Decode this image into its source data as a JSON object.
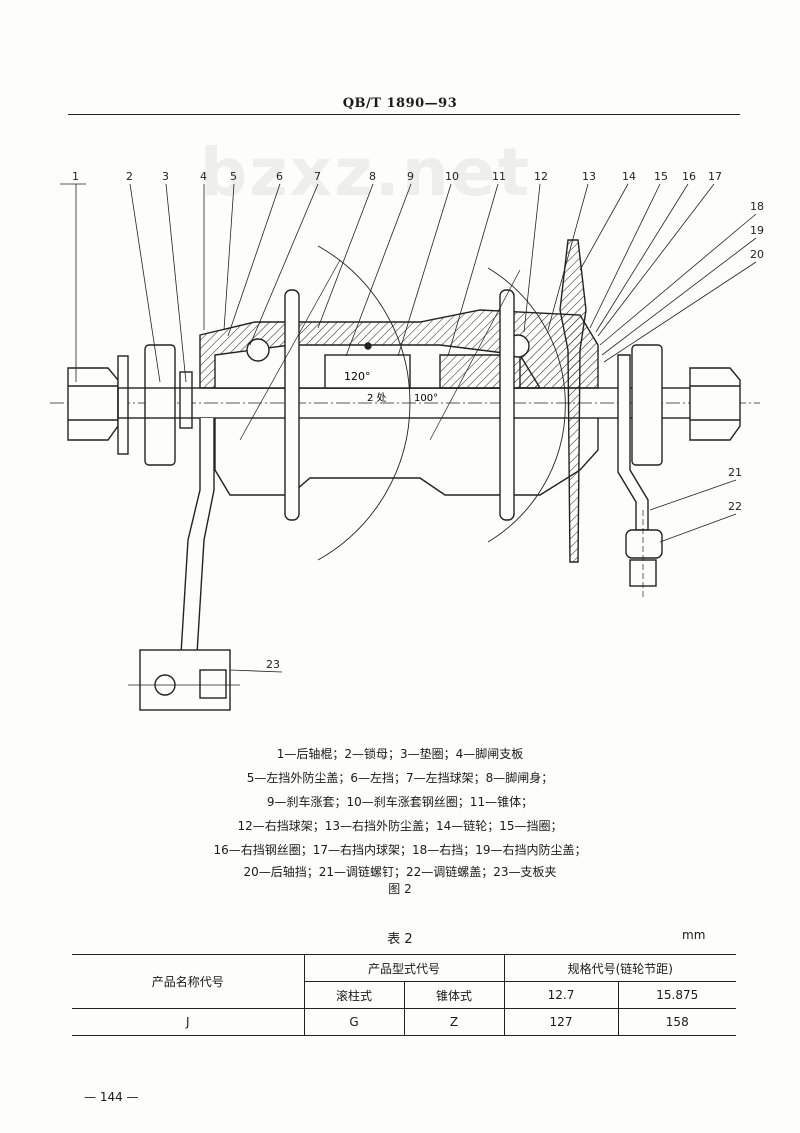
{
  "header": {
    "standard_code": "QB/T 1890—93"
  },
  "watermark": "bzxz.net",
  "figure": {
    "callouts": [
      "1",
      "2",
      "3",
      "4",
      "5",
      "6",
      "7",
      "8",
      "9",
      "10",
      "11",
      "12",
      "13",
      "14",
      "15",
      "16",
      "17",
      "18",
      "19",
      "20",
      "21",
      "22",
      "23"
    ],
    "angle_left": "120°",
    "angle_right": "100°",
    "note_two_places": "2 处",
    "legend_lines": [
      "1—后轴棍；2—锁母；3—垫圈；4—脚闸支板",
      "5—左挡外防尘盖；6—左挡；7—左挡球架；8—脚闸身；",
      "9—刹车涨套；10—刹车涨套钢丝圈；11—锥体；",
      "12—右挡球架；13—右挡外防尘盖；14—链轮；15—挡圈；",
      "16—右挡钢丝圈；17—右挡内球架；18—右挡；19—右挡内防尘盖；",
      "20—后轴挡；21—调链螺钉；22—调链螺盖；23—支板夹"
    ],
    "caption": "图 2"
  },
  "table": {
    "title": "表 2",
    "unit": "mm",
    "header_product_name_code": "产品名称代号",
    "header_model_code": "产品型式代号",
    "header_spec_code": "规格代号(链轮节距)",
    "sub_roller": "滚柱式",
    "sub_cone": "锥体式",
    "sub_pitch_1": "12.7",
    "sub_pitch_2": "15.875",
    "row": {
      "name_code": "J",
      "roller": "G",
      "cone": "Z",
      "spec_1": "127",
      "spec_2": "158"
    }
  },
  "page_number": "— 144 —"
}
